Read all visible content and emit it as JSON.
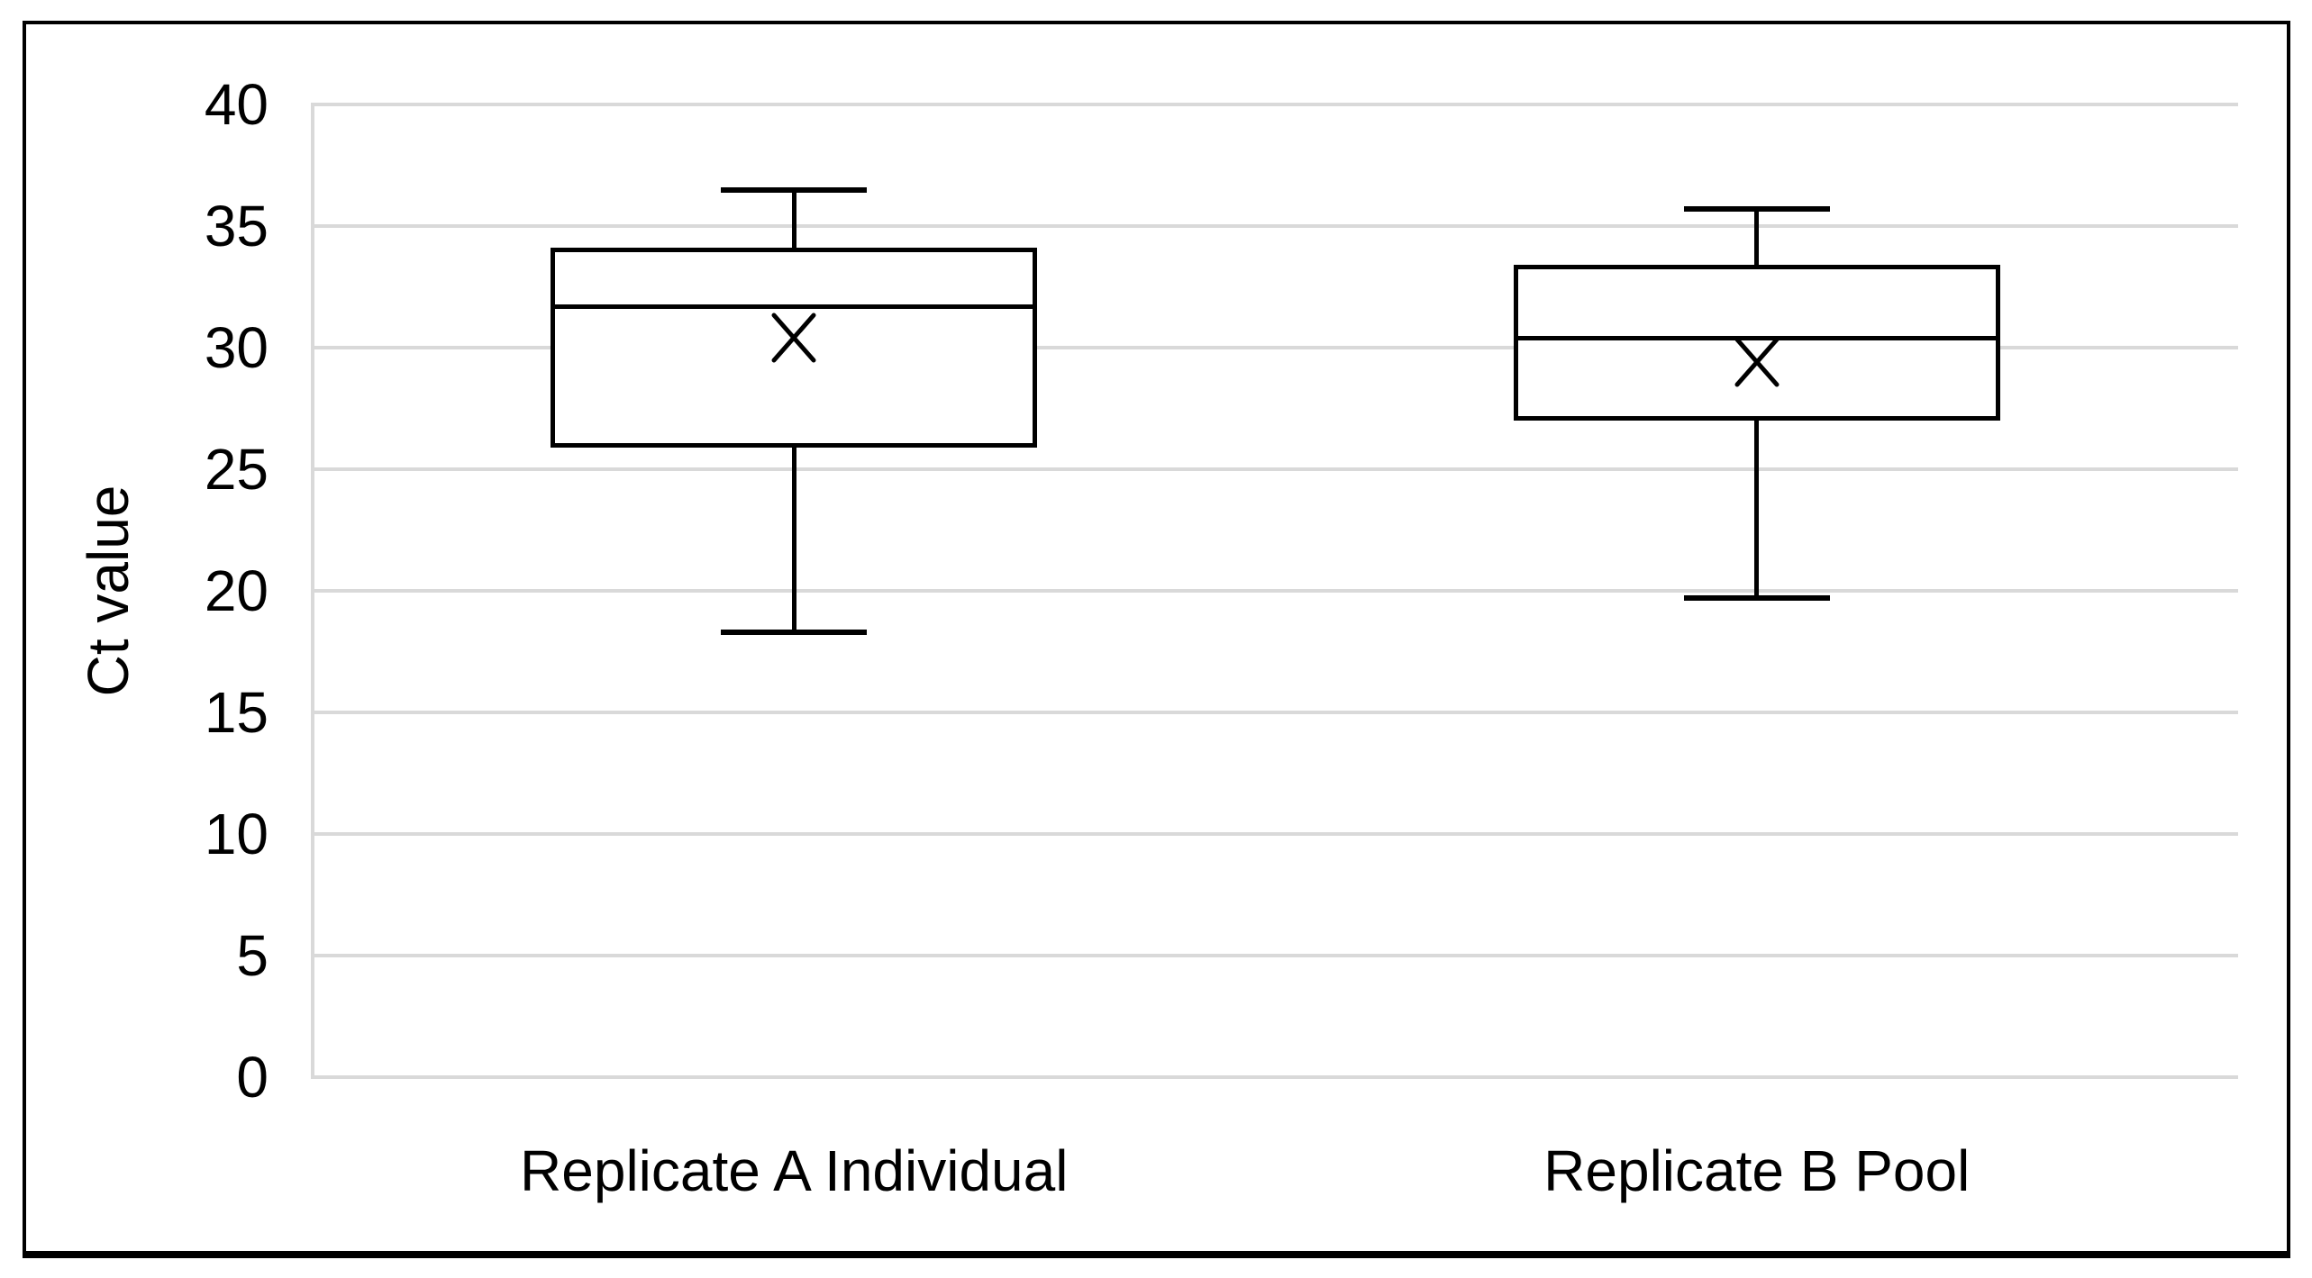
{
  "chart_data": {
    "type": "boxplot",
    "title": "",
    "xlabel": "",
    "ylabel": "Ct value",
    "ylim": [
      0,
      40
    ],
    "ytick_step": 5,
    "yticks": [
      0,
      5,
      10,
      15,
      20,
      25,
      30,
      35,
      40
    ],
    "grid": true,
    "legend": "none",
    "categories": [
      "Replicate A Individual",
      "Replicate B Pool"
    ],
    "series": [
      {
        "name": "Replicate A Individual",
        "min": 18.3,
        "q1": 25.9,
        "median": 31.7,
        "q3": 34.1,
        "max": 36.5,
        "mean": 30.4
      },
      {
        "name": "Replicate B Pool",
        "min": 19.7,
        "q1": 27.0,
        "median": 30.4,
        "q3": 33.4,
        "max": 35.7,
        "mean": 29.4
      }
    ],
    "colors": {
      "box_stroke": "#000000",
      "gridline": "#d9d9d9",
      "text": "#000000",
      "background": "#ffffff"
    }
  }
}
